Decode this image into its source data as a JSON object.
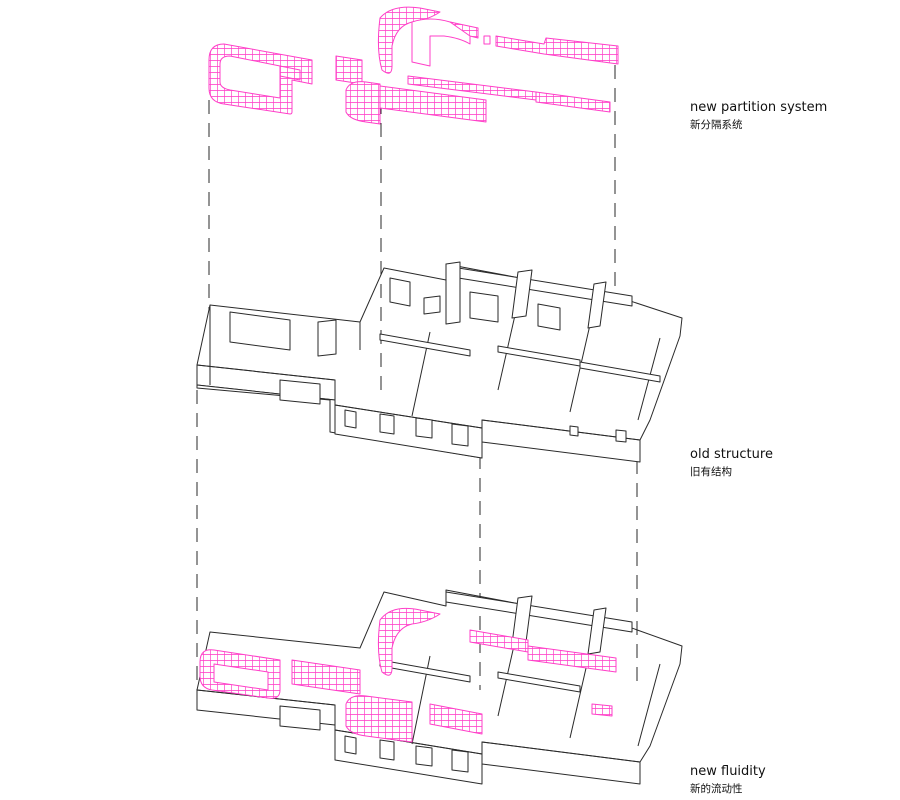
{
  "layers": [
    {
      "title": "new partition system",
      "subtitle": "新分隔系统"
    },
    {
      "title": "old structure",
      "subtitle": "旧有结构"
    },
    {
      "title": "new fluidity",
      "subtitle": "新的流动性"
    }
  ],
  "colors": {
    "line": "#2a2a2a",
    "partition": "#ff3fc8",
    "background": "#ffffff"
  }
}
